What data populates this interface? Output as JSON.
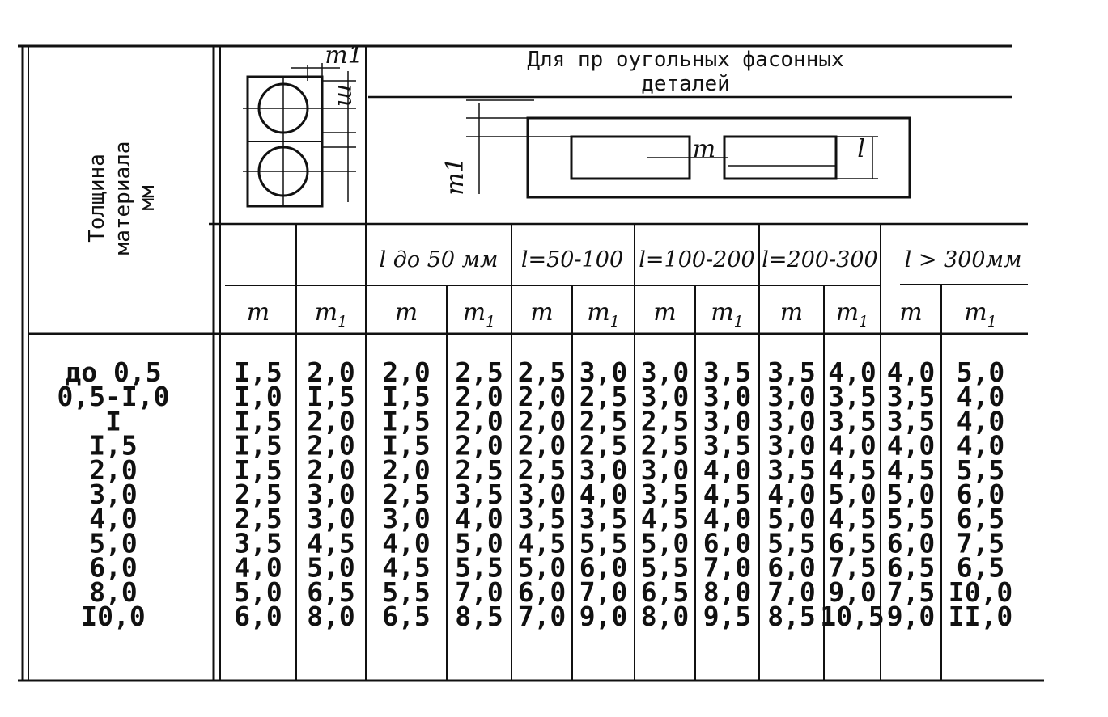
{
  "table": {
    "row_header": [
      "Толщина",
      "материала",
      "мм"
    ],
    "group_title_line1": "Для пр оугольных   фасонных",
    "group_title_line2": "деталей",
    "diagram_labels": {
      "left_m1": "m1",
      "left_m": "m",
      "right_m1": "m1",
      "right_m": "m",
      "right_l": "l"
    },
    "ranges": [
      "l до 50 мм",
      "l=50-100",
      "l=100-200",
      "l=200-300",
      "l > 300мм"
    ],
    "column_pairs": [
      "m",
      "m1"
    ],
    "rows": [
      {
        "thickness": "до 0,5",
        "values": [
          "I,5",
          "2,0",
          "2,0",
          "2,5",
          "2,5",
          "3,0",
          "3,0",
          "3,5",
          "3,5",
          "4,0",
          "4,0",
          "5,0"
        ]
      },
      {
        "thickness": "0,5-I,0",
        "values": [
          "I,0",
          "I,5",
          "I,5",
          "2,0",
          "2,0",
          "2,5",
          "3,0",
          "3,0",
          "3,0",
          "3,5",
          "3,5",
          "4,0"
        ]
      },
      {
        "thickness": "I",
        "values": [
          "I,5",
          "2,0",
          "I,5",
          "2,0",
          "2,0",
          "2,5",
          "2,5",
          "3,0",
          "3,0",
          "3,5",
          "3,5",
          "4,0"
        ]
      },
      {
        "thickness": "I,5",
        "values": [
          "I,5",
          "2,0",
          "I,5",
          "2,0",
          "2,0",
          "2,5",
          "2,5",
          "3,5",
          "3,0",
          "4,0",
          "4,0",
          "4,0"
        ]
      },
      {
        "thickness": "2,0",
        "values": [
          "I,5",
          "2,0",
          "2,0",
          "2,5",
          "2,5",
          "3,0",
          "3,0",
          "4,0",
          "3,5",
          "4,5",
          "4,5",
          "5,5"
        ]
      },
      {
        "thickness": "3,0",
        "values": [
          "2,5",
          "3,0",
          "2,5",
          "3,5",
          "3,0",
          "4,0",
          "3,5",
          "4,5",
          "4,0",
          "5,0",
          "5,0",
          "6,0"
        ]
      },
      {
        "thickness": "4,0",
        "values": [
          "2,5",
          "3,0",
          "3,0",
          "4,0",
          "3,5",
          "3,5",
          "4,5",
          "4,0",
          "5,0",
          "4,5",
          "5,5",
          "6,5"
        ]
      },
      {
        "thickness": "5,0",
        "values": [
          "3,5",
          "4,5",
          "4,0",
          "5,0",
          "4,5",
          "5,5",
          "5,0",
          "6,0",
          "5,5",
          "6,5",
          "6,0",
          "7,5"
        ]
      },
      {
        "thickness": "6,0",
        "values": [
          "4,0",
          "5,0",
          "4,5",
          "5,5",
          "5,0",
          "6,0",
          "5,5",
          "7,0",
          "6,0",
          "7,5",
          "6,5",
          "6,5"
        ]
      },
      {
        "thickness": "8,0",
        "values": [
          "5,0",
          "6,5",
          "5,5",
          "7,0",
          "6,0",
          "7,0",
          "6,5",
          "8,0",
          "7,0",
          "9,0",
          "7,5",
          "I0,0"
        ]
      },
      {
        "thickness": "I0,0",
        "values": [
          "6,0",
          "8,0",
          "6,5",
          "8,5",
          "7,0",
          "9,0",
          "8,0",
          "9,5",
          "8,5",
          "10,5",
          "9,0",
          "II,0"
        ]
      }
    ]
  }
}
